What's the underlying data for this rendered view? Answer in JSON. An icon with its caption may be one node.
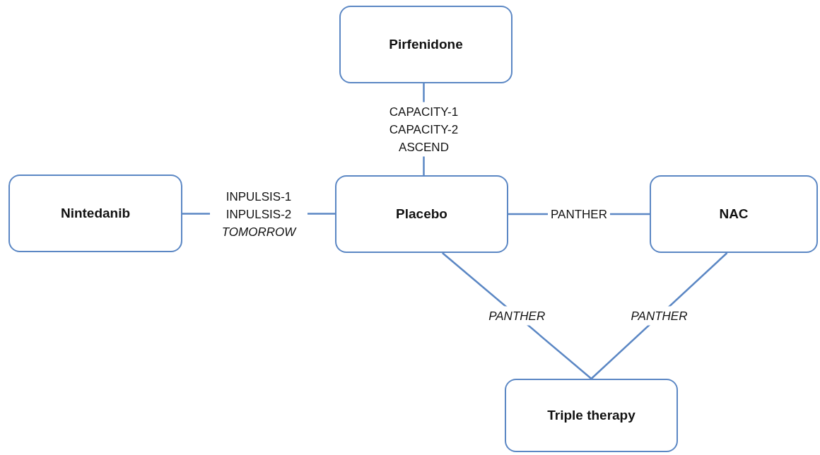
{
  "diagram": {
    "nodes": [
      {
        "text": [
          "Pirfenidone"
        ]
      },
      {
        "text": [
          "Nintedanib"
        ]
      },
      {
        "text": [
          "Placebo"
        ]
      },
      {
        "text": [
          "NAC"
        ]
      },
      {
        "text": [
          "Triple therapy"
        ]
      }
    ],
    "edges": [
      {
        "from": 0,
        "to": 2,
        "arrow": "none",
        "label": "CAPACITY-1 CAPACITY-2 ASCEND"
      },
      {
        "from": 1,
        "to": 2,
        "arrow": "none",
        "label": "INPULSIS-1 INPULSIS-2 *TOMORROW*"
      },
      {
        "from": 2,
        "to": 3,
        "arrow": "none",
        "label": "PANTHER"
      },
      {
        "from": 2,
        "to": 4,
        "arrow": "none",
        "label": "*PANTHER*"
      },
      {
        "from": 3,
        "to": 4,
        "arrow": "none",
        "label": "*PANTHER*"
      }
    ]
  }
}
